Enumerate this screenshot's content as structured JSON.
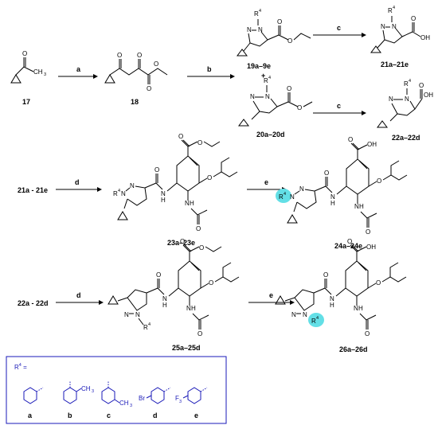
{
  "arrows": {
    "a": "a",
    "b": "b",
    "c1": "c",
    "c2": "c",
    "d1": "d",
    "d2": "d",
    "e1": "e",
    "e2": "e"
  },
  "compounds": {
    "c17": "17",
    "c18": "18",
    "c19": "19a–9e",
    "c20": "20a–20d",
    "c21": "21a–21e",
    "c22": "22a–22d",
    "c23": "23a–23e",
    "c24": "24a–24e",
    "c25": "25a–25d",
    "c26": "26a–26d",
    "start_21": "21a - 21e",
    "start_22": "22a - 22d",
    "plus": "+"
  },
  "atoms": {
    "O": "O",
    "OH": "OH",
    "N": "N",
    "NH": "N",
    "H": "H",
    "CH3": "CH",
    "three": "3",
    "R": "R",
    "four": "4",
    "Br": "Br",
    "F3": "F",
    "sub3": "3"
  },
  "legend": {
    "title_R": "R",
    "title_sup": "4",
    "title_eq": " =",
    "items": [
      "a",
      "b",
      "c",
      "d",
      "e"
    ]
  },
  "colors": {
    "highlight": "#63dfe6",
    "legend_border": "#1a1ab8",
    "legend_text": "#1a1ab8"
  }
}
